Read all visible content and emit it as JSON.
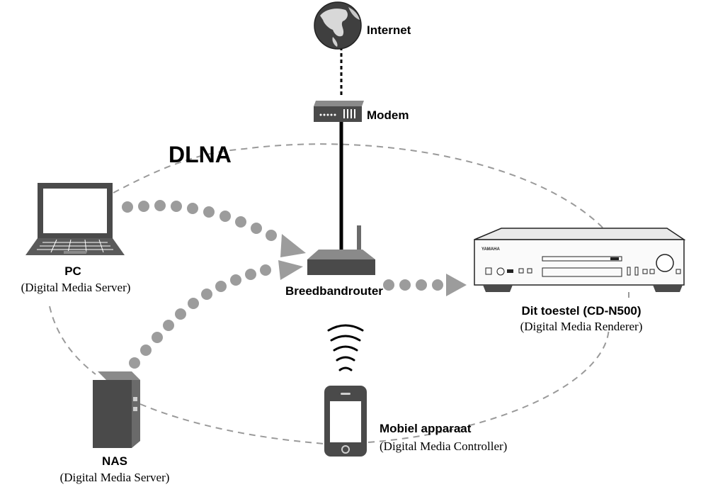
{
  "title": "DLNA",
  "nodes": {
    "internet": {
      "label": "Internet"
    },
    "modem": {
      "label": "Modem"
    },
    "pc": {
      "label": "PC",
      "role": "(Digital Media Server)"
    },
    "router": {
      "label": "Breedbandrouter"
    },
    "device": {
      "label": "Dit toestel (CD-N500)",
      "role": "(Digital Media Renderer)",
      "brand": "YAMAHA"
    },
    "nas": {
      "label": "NAS",
      "role": "(Digital Media Server)"
    },
    "mobile": {
      "label": "Mobiel apparaat",
      "role": "(Digital Media Controller)"
    }
  },
  "colors": {
    "dot_flow": "#9c9c9c",
    "dashed_link": "#9a9a9a",
    "device_gray": "#4a4a4a"
  },
  "icons": [
    "globe-icon",
    "modem-icon",
    "laptop-icon",
    "router-icon",
    "cd-player-icon",
    "nas-server-icon",
    "smartphone-icon",
    "wifi-waves-icon"
  ]
}
